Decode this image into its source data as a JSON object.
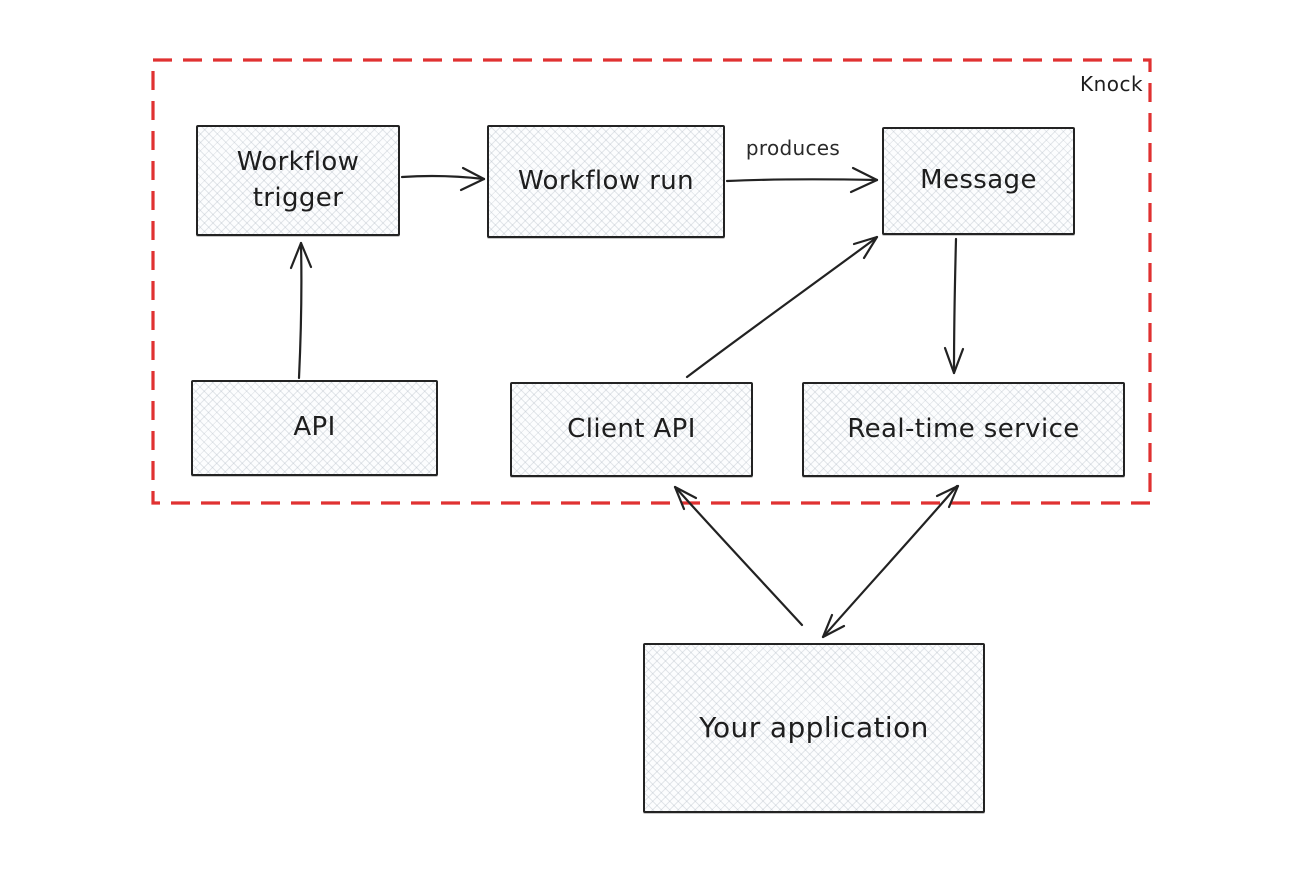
{
  "diagram": {
    "boundary": {
      "label": "Knock",
      "style": "dashed-rectangle",
      "color": "#e03131"
    },
    "nodes": {
      "workflow_trigger": {
        "label": "Workflow trigger",
        "inside_boundary": true
      },
      "workflow_run": {
        "label": "Workflow run",
        "inside_boundary": true
      },
      "message": {
        "label": "Message",
        "inside_boundary": true
      },
      "api": {
        "label": "API",
        "inside_boundary": true
      },
      "client_api": {
        "label": "Client API",
        "inside_boundary": true
      },
      "real_time_service": {
        "label": "Real-time service",
        "inside_boundary": true
      },
      "your_application": {
        "label": "Your application",
        "inside_boundary": false
      }
    },
    "edges": [
      {
        "from": "Workflow trigger",
        "to": "Workflow run",
        "label": "",
        "bidirectional": false
      },
      {
        "from": "Workflow run",
        "to": "Message",
        "label": "produces",
        "bidirectional": false
      },
      {
        "from": "API",
        "to": "Workflow trigger",
        "label": "",
        "bidirectional": false
      },
      {
        "from": "Client API",
        "to": "Message",
        "label": "",
        "bidirectional": false
      },
      {
        "from": "Message",
        "to": "Real-time service",
        "label": "",
        "bidirectional": false
      },
      {
        "from": "Your application",
        "to": "Client API",
        "label": "",
        "bidirectional": false
      },
      {
        "from": "Real-time service",
        "to": "Your application",
        "label": "",
        "bidirectional": true
      }
    ],
    "colors": {
      "boundary_red": "#e03131",
      "ink": "#222222",
      "node_fill": "#fcfdfe",
      "crosshatch": "#a7b0bc"
    }
  }
}
